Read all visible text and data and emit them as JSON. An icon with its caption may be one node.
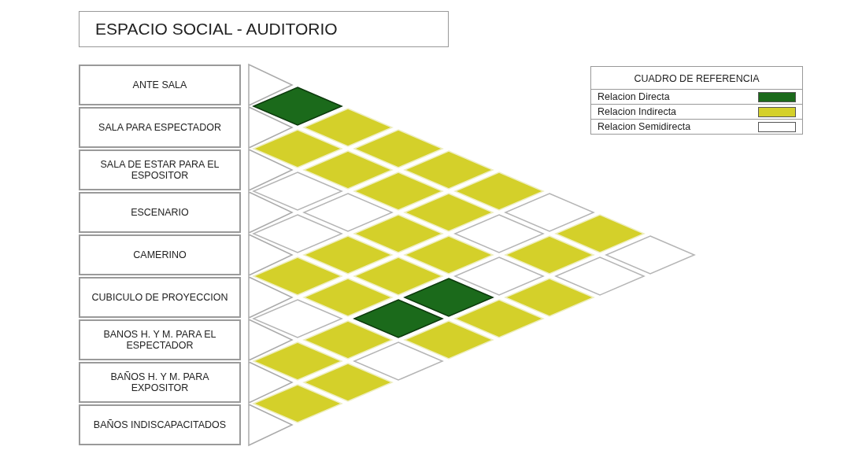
{
  "diagram": {
    "title": "ESPACIO SOCIAL - AUDITORIO",
    "nodes": [
      {
        "text": [
          "ANTE SALA"
        ]
      },
      {
        "text": [
          "SALA PARA ESPECTADOR"
        ]
      },
      {
        "text": [
          "SALA DE ESTAR PARA EL ESPOSITOR"
        ]
      },
      {
        "text": [
          "ESCENARIO"
        ]
      },
      {
        "text": [
          "CAMERINO"
        ]
      },
      {
        "text": [
          "CUBICULO DE PROYECCION"
        ]
      },
      {
        "text": [
          "BANOS H. Y M. PARA EL ESPECTADOR"
        ]
      },
      {
        "text": [
          "BAÑOS H. Y M. PARA EXPOSITOR"
        ]
      },
      {
        "text": [
          "BAÑOS INDISCAPACITADOS"
        ]
      },
      {
        "text": [],
        "shape": "diamond"
      },
      {
        "text": [],
        "shape": "diamond"
      },
      {
        "text": [],
        "shape": "diamond"
      },
      {
        "text": [],
        "shape": "diamond"
      },
      {
        "text": [],
        "shape": "diamond"
      },
      {
        "text": [],
        "shape": "diamond"
      },
      {
        "text": [],
        "shape": "diamond"
      },
      {
        "text": [],
        "shape": "diamond"
      },
      {
        "text": [],
        "shape": "diamond"
      },
      {
        "text": [],
        "shape": "diamond"
      },
      {
        "text": [],
        "shape": "diamond"
      },
      {
        "text": [],
        "shape": "diamond"
      },
      {
        "text": [],
        "shape": "diamond"
      },
      {
        "text": [],
        "shape": "diamond"
      },
      {
        "text": [],
        "shape": "diamond"
      },
      {
        "text": [],
        "shape": "diamond"
      },
      {
        "text": [],
        "shape": "diamond"
      },
      {
        "text": [],
        "shape": "diamond"
      },
      {
        "text": [],
        "shape": "diamond"
      },
      {
        "text": [],
        "shape": "diamond"
      },
      {
        "text": [],
        "shape": "diamond"
      },
      {
        "text": [],
        "shape": "diamond"
      },
      {
        "text": [],
        "shape": "diamond"
      },
      {
        "text": [],
        "shape": "diamond"
      },
      {
        "text": [],
        "shape": "diamond"
      },
      {
        "text": [],
        "shape": "diamond"
      },
      {
        "text": [],
        "shape": "diamond"
      },
      {
        "text": [],
        "shape": "diamond"
      },
      {
        "text": [],
        "shape": "diamond"
      },
      {
        "text": [],
        "shape": "diamond"
      },
      {
        "text": [],
        "shape": "diamond"
      },
      {
        "text": [],
        "shape": "diamond"
      },
      {
        "text": [],
        "shape": "diamond"
      },
      {
        "text": [],
        "shape": "diamond"
      },
      {
        "text": [],
        "shape": "diamond"
      },
      {
        "text": [],
        "shape": "diamond"
      }
    ],
    "labels": [
      "CUADRO DE REFERENCIA"
    ],
    "legend": [
      {
        "text": "Relacion Directa",
        "color": "#1b6a1b"
      },
      {
        "text": "Relacion Indirecta",
        "color": "#d4d02a"
      },
      {
        "text": "Relacion Semidirecta",
        "color": "#ffffff"
      }
    ]
  }
}
